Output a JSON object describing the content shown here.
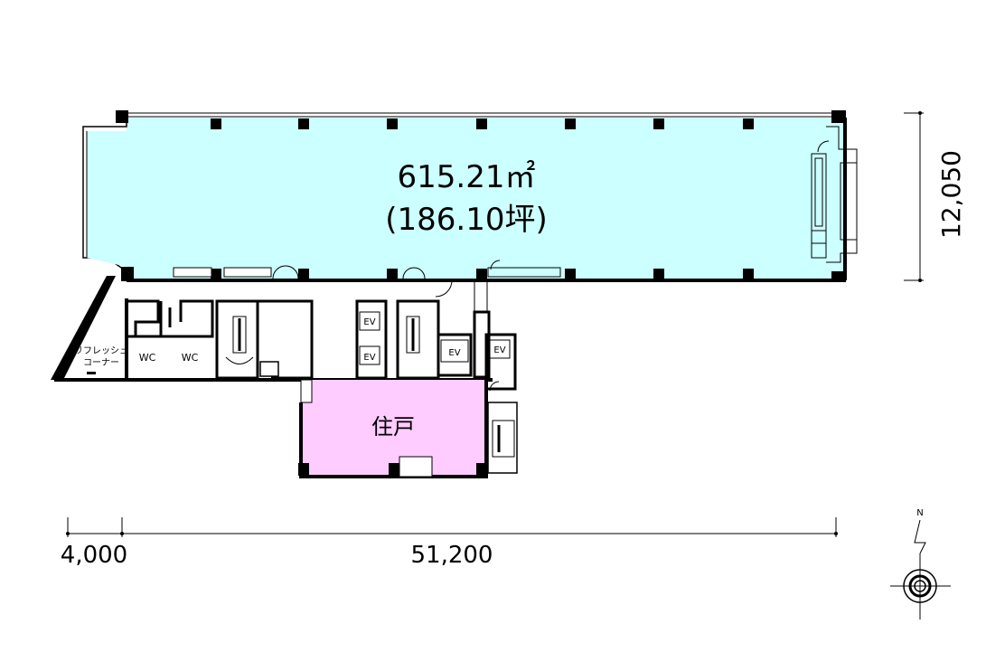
{
  "office": {
    "area_m2": "615.21㎡",
    "area_tsubo": "(186.10坪)",
    "fill_color": "#ccffff"
  },
  "residence": {
    "label": "住戸",
    "fill_color": "#ffccff"
  },
  "rooms": {
    "refresh_line1": "リフレッシュ",
    "refresh_line2": "コーナー",
    "wc": "WC",
    "ev": "EV"
  },
  "dimensions": {
    "depth": "12,050",
    "left_offset": "4,000",
    "width": "51,200"
  },
  "compass": {
    "north": "N",
    "icon": "north-arrow-icon"
  }
}
